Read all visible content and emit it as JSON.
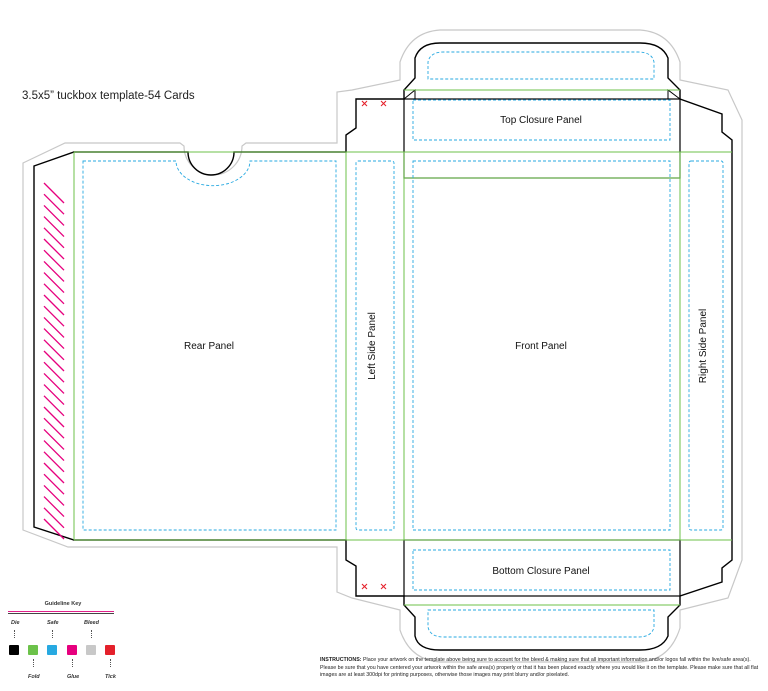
{
  "title": "3.5x5” tuckbox template-54 Cards",
  "panels": {
    "top_closure": "Top Closure Panel",
    "rear": "Rear Panel",
    "left_side": "Left Side Panel",
    "front": "Front Panel",
    "right_side": "Right Side Panel",
    "bottom_closure": "Bottom Closure Panel"
  },
  "guideline_key": {
    "title": "Guideline Key",
    "top_labels": [
      "Die",
      "Safe",
      "Bleed"
    ],
    "bottom_labels": [
      "Fold",
      "Glue",
      "Tick"
    ],
    "swatches": [
      {
        "name": "die",
        "color": "#000000"
      },
      {
        "name": "fold",
        "color": "#6cc24a"
      },
      {
        "name": "safe",
        "color": "#27a9e1"
      },
      {
        "name": "glue",
        "color": "#e6007e"
      },
      {
        "name": "bleed",
        "color": "#c8c8c8"
      },
      {
        "name": "tick",
        "color": "#e4202b"
      }
    ]
  },
  "instructions": {
    "lead": "INSTRUCTIONS:",
    "body": "Place your artwork on the template above being sure to account for the bleed & making sure that all important information and/or logos fall within the live/safe area(s). Please be sure that you have centered your artwork within the safe area(s) properly or that it has been placed exactly where you would like it on the template. Please make sure that all flat images are at least 300dpi for printing purposes, otherwise those images may print blurry and/or pixelated."
  },
  "colors": {
    "die": "#000000",
    "fold": "#6cc24a",
    "safe": "#27a9e1",
    "glue": "#e6007e",
    "bleed": "#c8c8c8",
    "tick": "#e4202b"
  }
}
